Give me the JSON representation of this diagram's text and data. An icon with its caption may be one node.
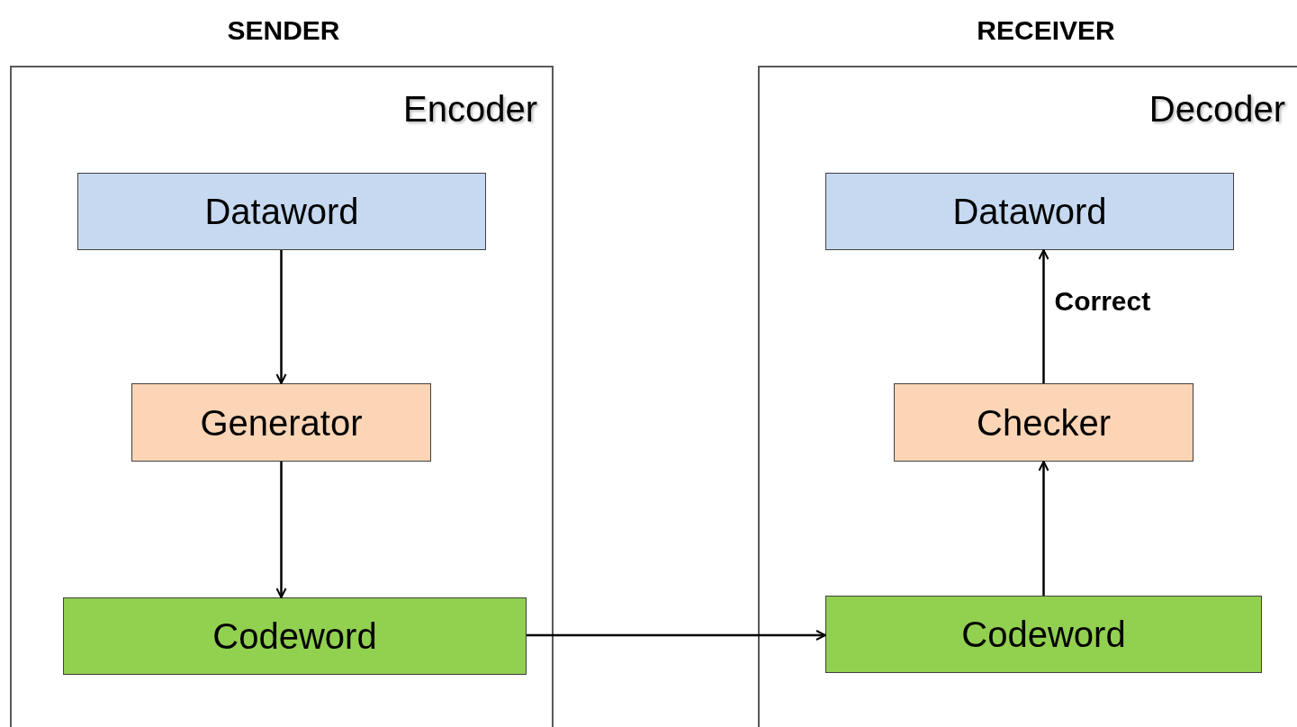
{
  "diagram": {
    "nodes": [
      {
        "text": [
          "SENDER",
          "Encoder"
        ]
      },
      {
        "text": [
          "Dataword"
        ],
        "in": 0
      },
      {
        "text": [
          "Generator"
        ],
        "in": 0
      },
      {
        "text": [
          "Codeword"
        ],
        "in": 0
      },
      {
        "text": [
          "RECEIVER",
          "Decoder"
        ]
      },
      {
        "text": [
          "Dataword"
        ],
        "in": 4
      },
      {
        "text": [
          "Checker"
        ],
        "in": 4
      },
      {
        "text": [
          "Codeword"
        ],
        "in": 4
      }
    ],
    "edges": [
      {
        "from": 1,
        "to": 2,
        "arrow": "to"
      },
      {
        "from": 2,
        "to": 3,
        "arrow": "to"
      },
      {
        "from": 3,
        "to": 7,
        "arrow": "to"
      },
      {
        "from": 7,
        "to": 6,
        "arrow": "to"
      },
      {
        "from": 6,
        "to": 5,
        "arrow": "to",
        "label": "Correct"
      }
    ]
  }
}
